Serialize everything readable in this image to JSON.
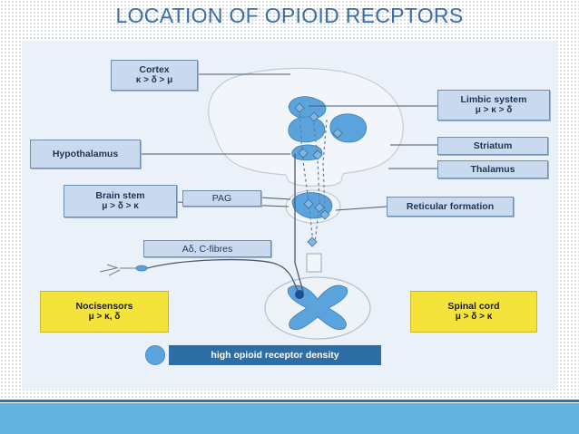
{
  "slide": {
    "title": "LOCATION OF OPIOID RECPTORS"
  },
  "diagram": {
    "boxes": {
      "cortex": {
        "label": "Cortex",
        "detail": "κ  > δ > μ"
      },
      "limbic": {
        "label": "Limbic system",
        "detail": "μ > κ > δ"
      },
      "hypothalamus": {
        "label": "Hypothalamus"
      },
      "striatum": {
        "label": "Striatum"
      },
      "thalamus": {
        "label": "Thalamus"
      },
      "brainstem": {
        "label": "Brain stem",
        "detail": "μ > δ > κ"
      },
      "pag": {
        "label": "PAG"
      },
      "reticular": {
        "label": "Reticular formation"
      },
      "fibres": {
        "label": "Aδ, C-fibres"
      },
      "nocisensors": {
        "label": "Nocisensors",
        "detail": "μ > κ, δ"
      },
      "spinal": {
        "label": "Spinal cord",
        "detail": "μ > δ > κ"
      }
    },
    "legend": {
      "label": "high opioid receptor density"
    },
    "colors": {
      "box_fill": "#c9daef",
      "highlight_fill": "#f4e33a",
      "receptor_density": "#5aa3dc",
      "legend_bar": "#2d6ea5",
      "footer": "#63b1df"
    }
  }
}
